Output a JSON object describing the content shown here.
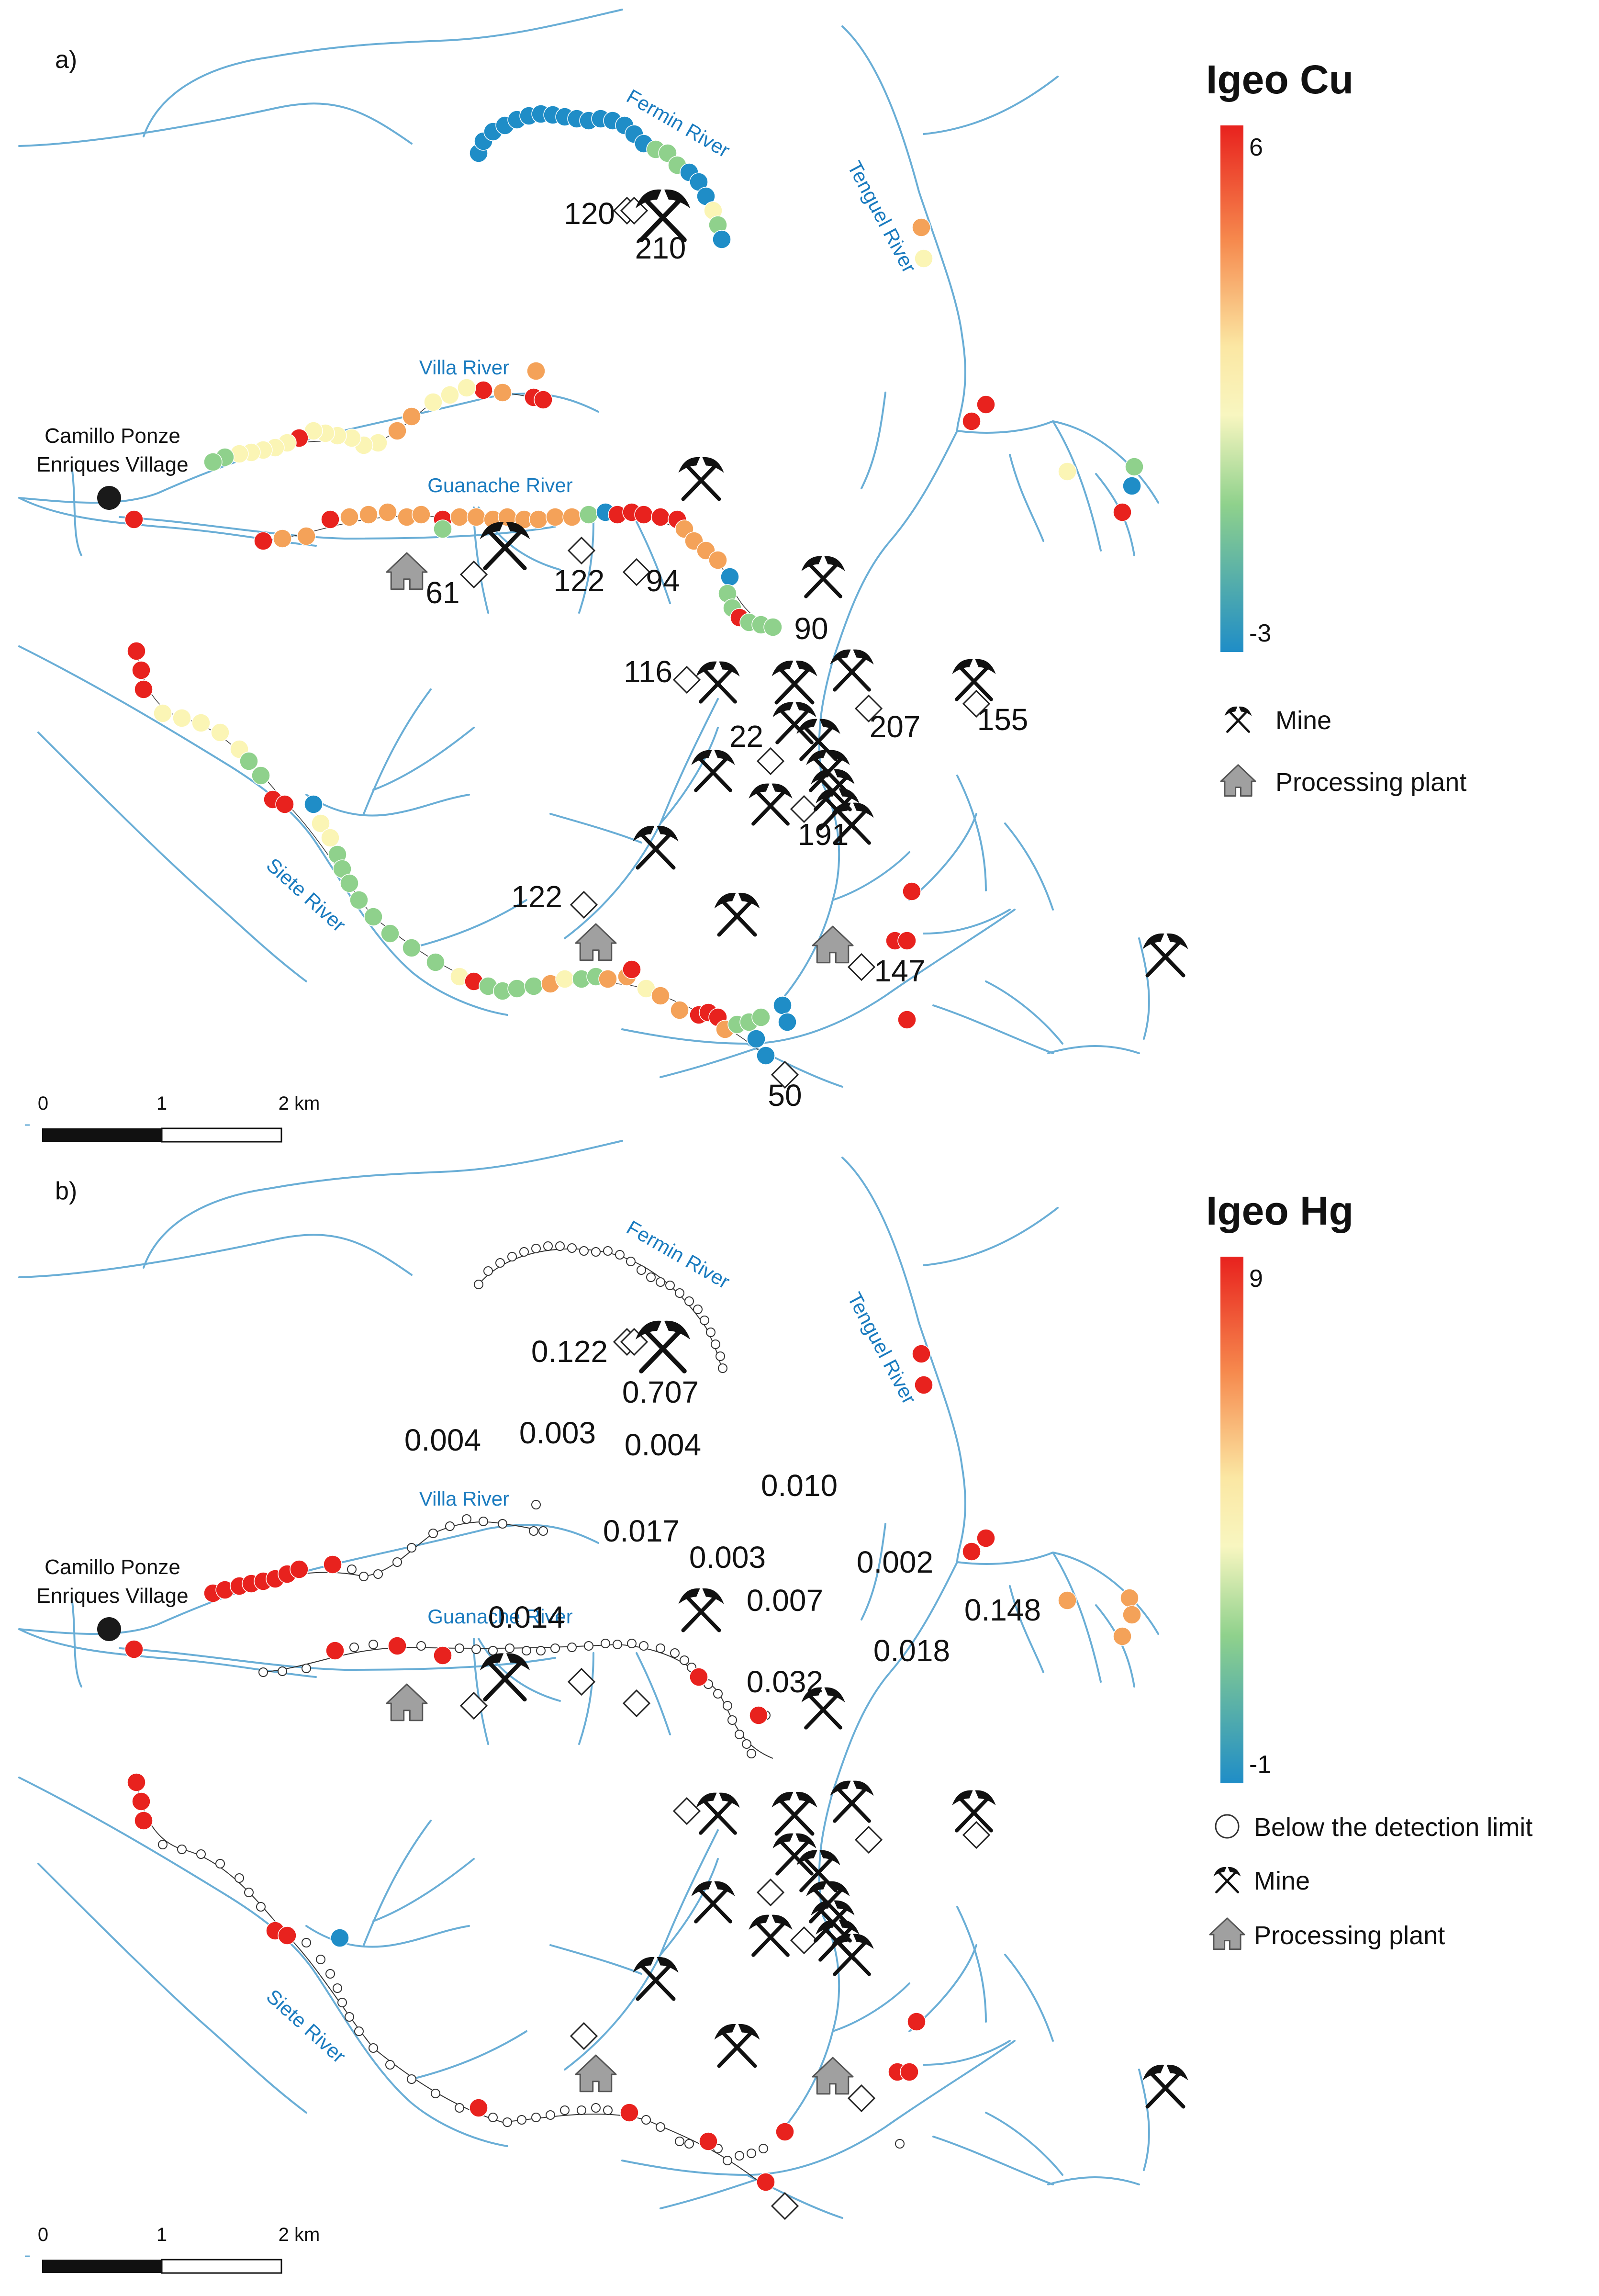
{
  "panels": [
    {
      "id": "a",
      "label": "a)",
      "legend": {
        "title": "Igeo Cu",
        "max_label": "6",
        "min_label": "-3",
        "mine_label": "Mine",
        "plant_label": "Processing plant"
      },
      "rivers": {
        "fermin": "Fermin River",
        "tenguel": "Tenguel River",
        "villa": "Villa River",
        "guanache": "Guanache River",
        "siete": "Siete River"
      },
      "village_line1": "Camillo Ponze",
      "village_line2": "Enriques Village",
      "sample_values": [
        "120",
        "210",
        "61",
        "122",
        "94",
        "90",
        "116",
        "22",
        "207",
        "155",
        "191",
        "122",
        "147",
        "50"
      ],
      "scale": {
        "zero": "0",
        "one": "1",
        "two": "2 km"
      }
    },
    {
      "id": "b",
      "label": "b)",
      "legend": {
        "title": "Igeo Hg",
        "max_label": "9",
        "min_label": "-1",
        "bdl_label": "Below the detection limit",
        "mine_label": "Mine",
        "plant_label": "Processing plant"
      },
      "rivers": {
        "fermin": "Fermin River",
        "tenguel": "Tenguel River",
        "villa": "Villa River",
        "guanache": "Guanache River",
        "siete": "Siete River"
      },
      "village_line1": "Camillo Ponze",
      "village_line2": "Enriques Village",
      "sample_values": [
        "0.122",
        "0.707",
        "0.004",
        "0.003",
        "0.004",
        "0.010",
        "0.017",
        "0.003",
        "0.002",
        "0.148",
        "0.007",
        "0.014",
        "0.018",
        "0.032"
      ],
      "scale": {
        "zero": "0",
        "one": "1",
        "two": "2 km"
      }
    }
  ],
  "colors": {
    "river": "#6aaed6",
    "river_label": "#1a7bbf",
    "red": "#e8221e",
    "orange": "#f4a259",
    "yellow": "#fbf5b5",
    "green": "#8fd18c",
    "blue": "#1f8dc7",
    "village": "#1a1a1a",
    "plant": "#a0a0a0"
  },
  "icons": {
    "mine": "pickaxes-icon",
    "plant": "house-icon",
    "site": "diamond-icon"
  }
}
